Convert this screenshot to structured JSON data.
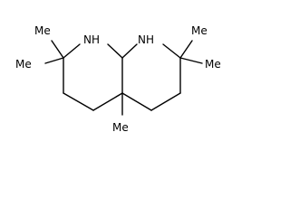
{
  "labels": {
    "n_left": "N",
    "h_left": "H",
    "n_right": "N",
    "h_right": "H",
    "methyl_c7_a": "Me",
    "methyl_c7_b": "Me",
    "methyl_c2_a": "Me",
    "methyl_c2_b": "Me",
    "methyl_c4a": "Me"
  }
}
